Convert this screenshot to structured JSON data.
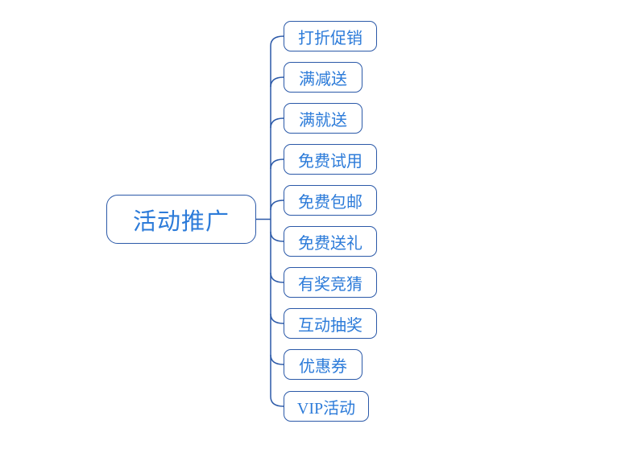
{
  "mindmap": {
    "root": {
      "label": "活动推广"
    },
    "children": [
      {
        "label": "打折促销"
      },
      {
        "label": "满减送"
      },
      {
        "label": "满就送"
      },
      {
        "label": "免费试用"
      },
      {
        "label": "免费包邮"
      },
      {
        "label": "免费送礼"
      },
      {
        "label": "有奖竞猜"
      },
      {
        "label": "互动抽奖"
      },
      {
        "label": "优惠券"
      },
      {
        "label": "VIP活动"
      }
    ],
    "colors": {
      "line": "#2B59A8",
      "text": "#2C7BD9",
      "background": "#FFFFFF"
    }
  }
}
